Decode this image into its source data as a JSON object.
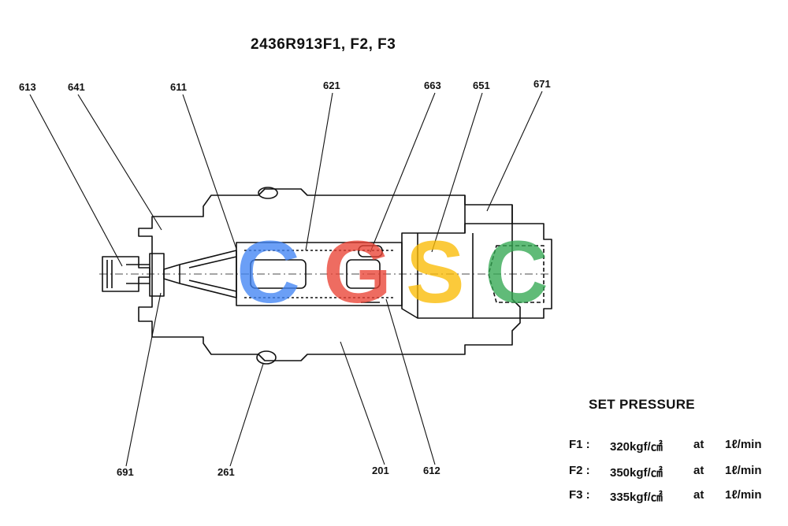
{
  "title": "2436R913F1, F2, F3",
  "part_labels": {
    "p613": "613",
    "p641": "641",
    "p611": "611",
    "p621": "621",
    "p663": "663",
    "p651": "651",
    "p671": "671",
    "p691": "691",
    "p261": "261",
    "p201": "201",
    "p612": "612"
  },
  "set_pressure": {
    "title": "SET PRESSURE",
    "rows": [
      {
        "id": "F1 :",
        "value": "320kgf/㎠",
        "at": "at",
        "flow": "1ℓ/min"
      },
      {
        "id": "F2 :",
        "value": "350kgf/㎠",
        "at": "at",
        "flow": "1ℓ/min"
      },
      {
        "id": "F3 :",
        "value": "335kgf/㎠",
        "at": "at",
        "flow": "1ℓ/min"
      }
    ]
  },
  "watermark": {
    "letters": [
      "C",
      "G",
      "S",
      "C"
    ],
    "colors": [
      "#4285f4",
      "#ea4335",
      "#fbbc05",
      "#34a853"
    ]
  }
}
